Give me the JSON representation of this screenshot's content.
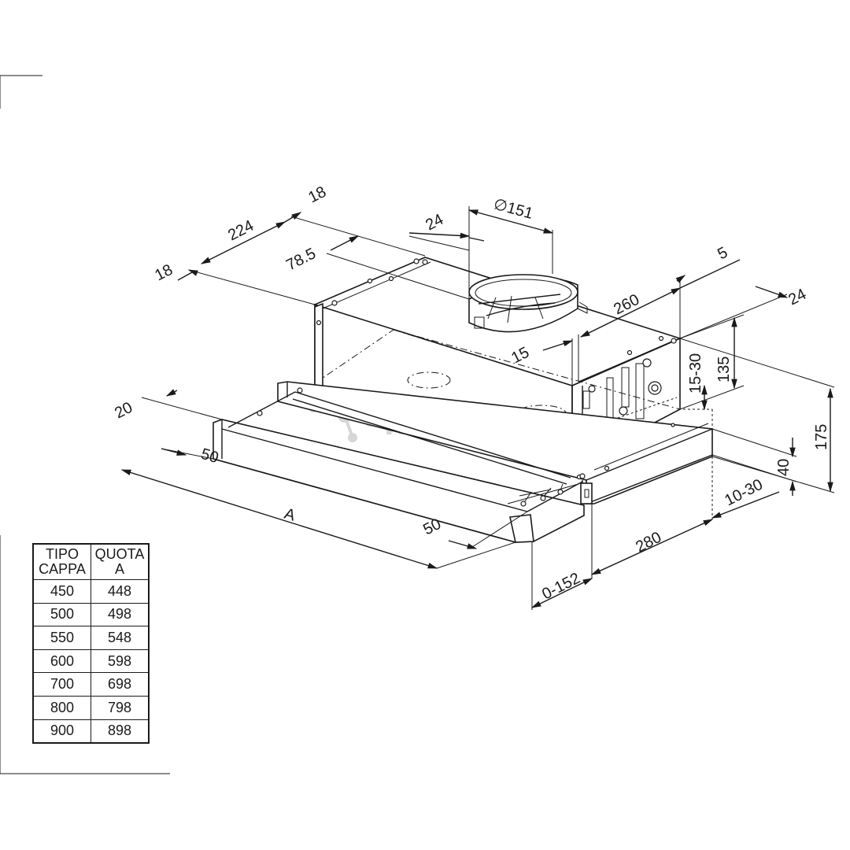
{
  "watermark": {
    "text": "novastar"
  },
  "dimensions": {
    "top_left_18": "18",
    "left_18": "18",
    "width_224": "224",
    "offset_78_5": "78.5",
    "offset_24_top": "24",
    "outlet_diameter": "∅151",
    "right_5": "5",
    "right_24": "24",
    "depth_260": "260",
    "offset_15": "15",
    "range_15_30": "15-30",
    "height_135": "135",
    "height_175": "175",
    "height_40": "40",
    "front_20": "20",
    "front_50_left": "50",
    "width_A": "A",
    "front_50_right": "50",
    "range_10_30": "10-30",
    "depth_280": "280",
    "range_0_152": "0-152"
  },
  "table": {
    "header": {
      "col1_line1": "TIPO",
      "col1_line2": "CAPPA",
      "col2_line1": "QUOTA",
      "col2_line2": "A"
    },
    "rows": [
      {
        "tipo": "450",
        "quota": "448"
      },
      {
        "tipo": "500",
        "quota": "498"
      },
      {
        "tipo": "550",
        "quota": "548"
      },
      {
        "tipo": "600",
        "quota": "598"
      },
      {
        "tipo": "700",
        "quota": "698"
      },
      {
        "tipo": "800",
        "quota": "798"
      },
      {
        "tipo": "900",
        "quota": "898"
      }
    ]
  }
}
